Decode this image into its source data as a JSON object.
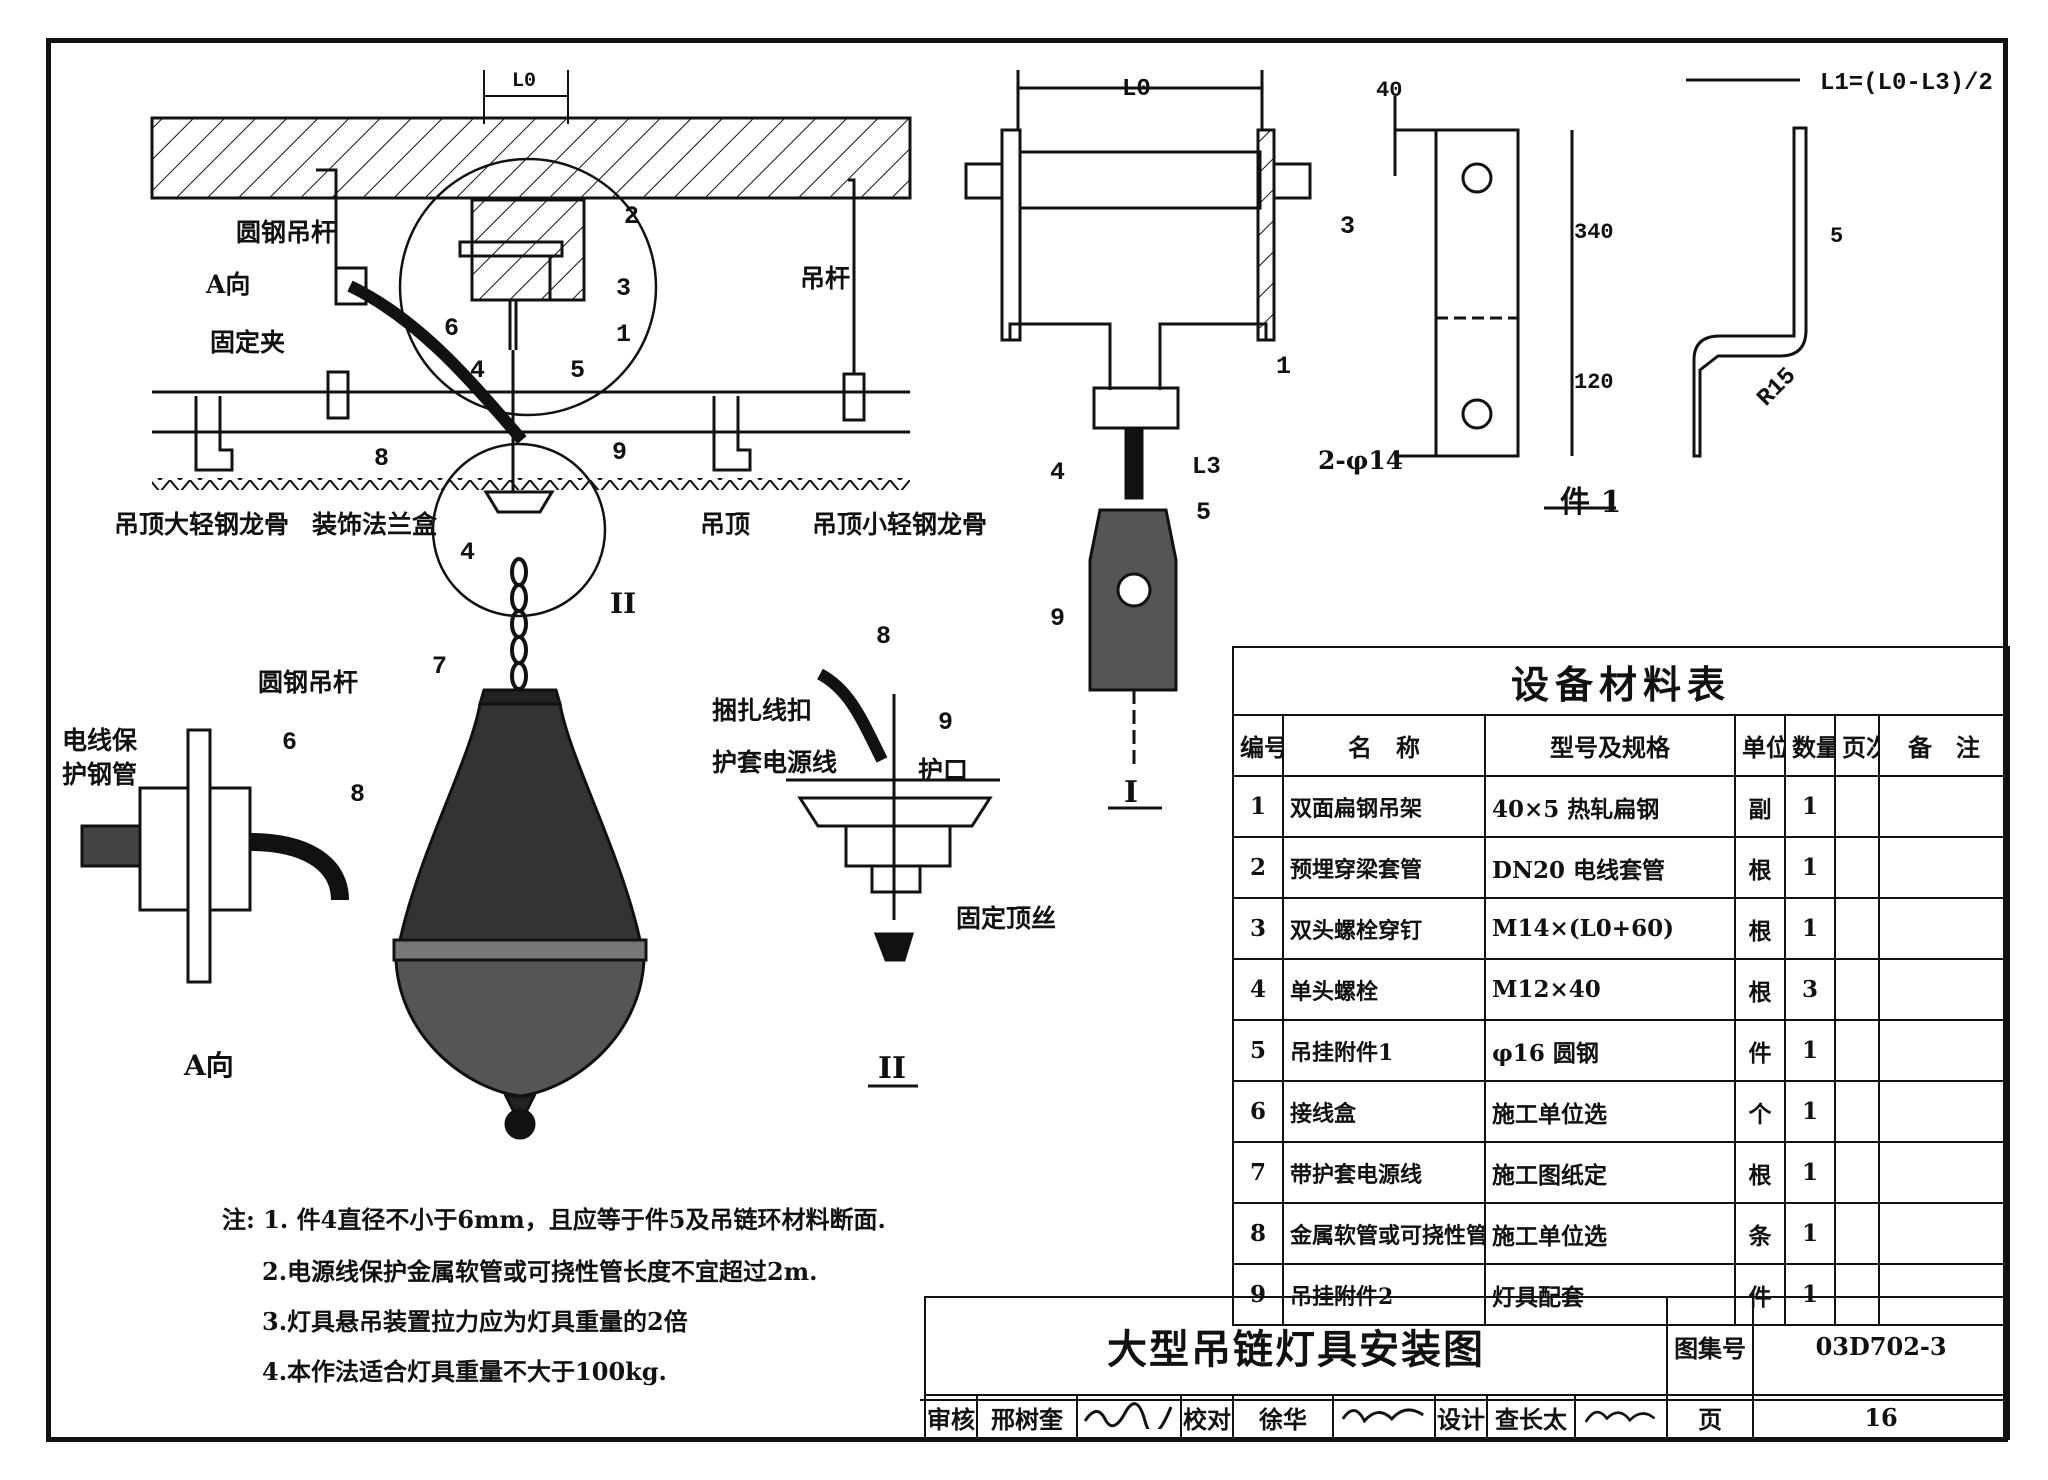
{
  "drawing": {
    "labels": {
      "ceiling_rod": "圆钢吊杆",
      "a_direction": "A向",
      "fixing_clip": "固定夹",
      "hanger_rod": "吊杆",
      "main_keel": "吊顶大轻钢龙骨",
      "flange_box": "装饰法兰盒",
      "suspended_ceiling": "吊顶",
      "secondary_keel": "吊顶小轻钢龙骨",
      "dim_l0": "L0",
      "dim_l3": "L3",
      "dim_l1": "L1=(L0-L3)/2",
      "dim_40": "40",
      "dim_340": "340",
      "dim_120": "120",
      "dim_5": "5",
      "dim_r15": "R15",
      "holes": "2-φ14",
      "part1": "件 1",
      "detail_i": "I",
      "detail_ii": "II",
      "cable_tie": "捆扎线扣",
      "sheathed_cable": "护套电源线",
      "grommet": "护口",
      "set_screw": "固定顶丝",
      "a_view_rod": "圆钢吊杆",
      "a_view_conduit_1": "电线保",
      "a_view_conduit_2": "护钢管",
      "a_view_title": "A向"
    },
    "callouts": [
      "1",
      "2",
      "3",
      "4",
      "5",
      "6",
      "7",
      "8",
      "9"
    ]
  },
  "notes": [
    "注: 1. 件4直径不小于6mm，且应等于件5及吊链环材料断面.",
    "2.电源线保护金属软管或可挠性管长度不宜超过2m.",
    "3.灯具悬吊装置拉力应为灯具重量的2倍",
    "4.本作法适合灯具重量不大于100kg."
  ],
  "materials": {
    "title": "设备材料表",
    "headers": [
      "编号",
      "名　称",
      "型号及规格",
      "单位",
      "数量",
      "页次",
      "备　注"
    ],
    "rows": [
      [
        "1",
        "双面扁钢吊架",
        "40×5 热轧扁钢",
        "副",
        "1",
        "",
        ""
      ],
      [
        "2",
        "预埋穿梁套管",
        "DN20 电线套管",
        "根",
        "1",
        "",
        ""
      ],
      [
        "3",
        "双头螺栓穿钉",
        "M14×(L0+60)",
        "根",
        "1",
        "",
        ""
      ],
      [
        "4",
        "单头螺栓",
        "M12×40",
        "根",
        "3",
        "",
        ""
      ],
      [
        "5",
        "吊挂附件1",
        "φ16 圆钢",
        "件",
        "1",
        "",
        ""
      ],
      [
        "6",
        "接线盒",
        "施工单位选",
        "个",
        "1",
        "",
        ""
      ],
      [
        "7",
        "带护套电源线",
        "施工图纸定",
        "根",
        "1",
        "",
        ""
      ],
      [
        "8",
        "金属软管或可挠性管",
        "施工单位选",
        "条",
        "1",
        "",
        ""
      ],
      [
        "9",
        "吊挂附件2",
        "灯具配套",
        "件",
        "1",
        "",
        ""
      ]
    ]
  },
  "title_block": {
    "title": "大型吊链灯具安装图",
    "atlas_label": "图集号",
    "atlas_no": "03D702-3",
    "review_label": "审核",
    "reviewer": "邢树奎",
    "check_label": "校对",
    "checker": "徐华",
    "design_label": "设计",
    "designer": "查长太",
    "page_label": "页",
    "page_no": "16"
  }
}
